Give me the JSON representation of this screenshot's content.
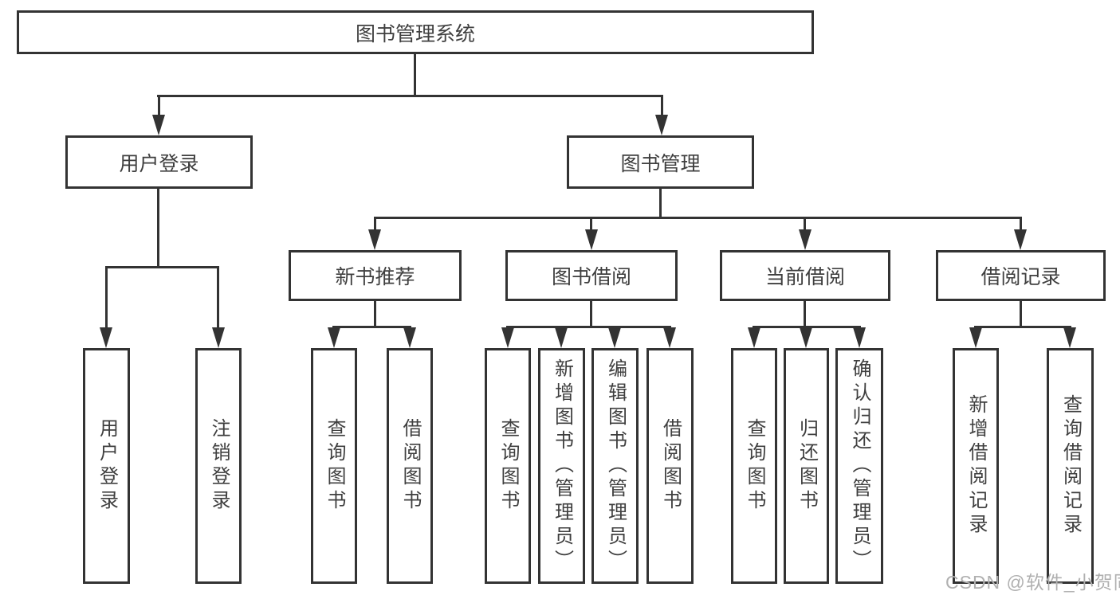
{
  "diagram": {
    "root": {
      "label": "图书管理系统"
    },
    "branches": [
      {
        "label": "用户登录"
      },
      {
        "label": "图书管理"
      }
    ],
    "login_children": [
      "用户登录",
      "注销登录"
    ],
    "sections": [
      {
        "label": "新书推荐",
        "children": [
          "查询图书",
          "借阅图书"
        ]
      },
      {
        "label": "图书借阅",
        "children": [
          "查询图书",
          "新增图书（管理员）",
          "编辑图书（管理员）",
          "借阅图书"
        ]
      },
      {
        "label": "当前借阅",
        "children": [
          "查询图书",
          "归还图书",
          "确认归还（管理员）"
        ]
      },
      {
        "label": "借阅记录",
        "children": [
          "新增借阅记录",
          "查询借阅记录"
        ]
      }
    ]
  },
  "watermark": {
    "text": "CSDN @软件_小贺同学"
  },
  "colors": {
    "line": "#333333",
    "text": "#3f3f3f",
    "background": "#ffffff",
    "watermark": "#b0b0b0"
  }
}
